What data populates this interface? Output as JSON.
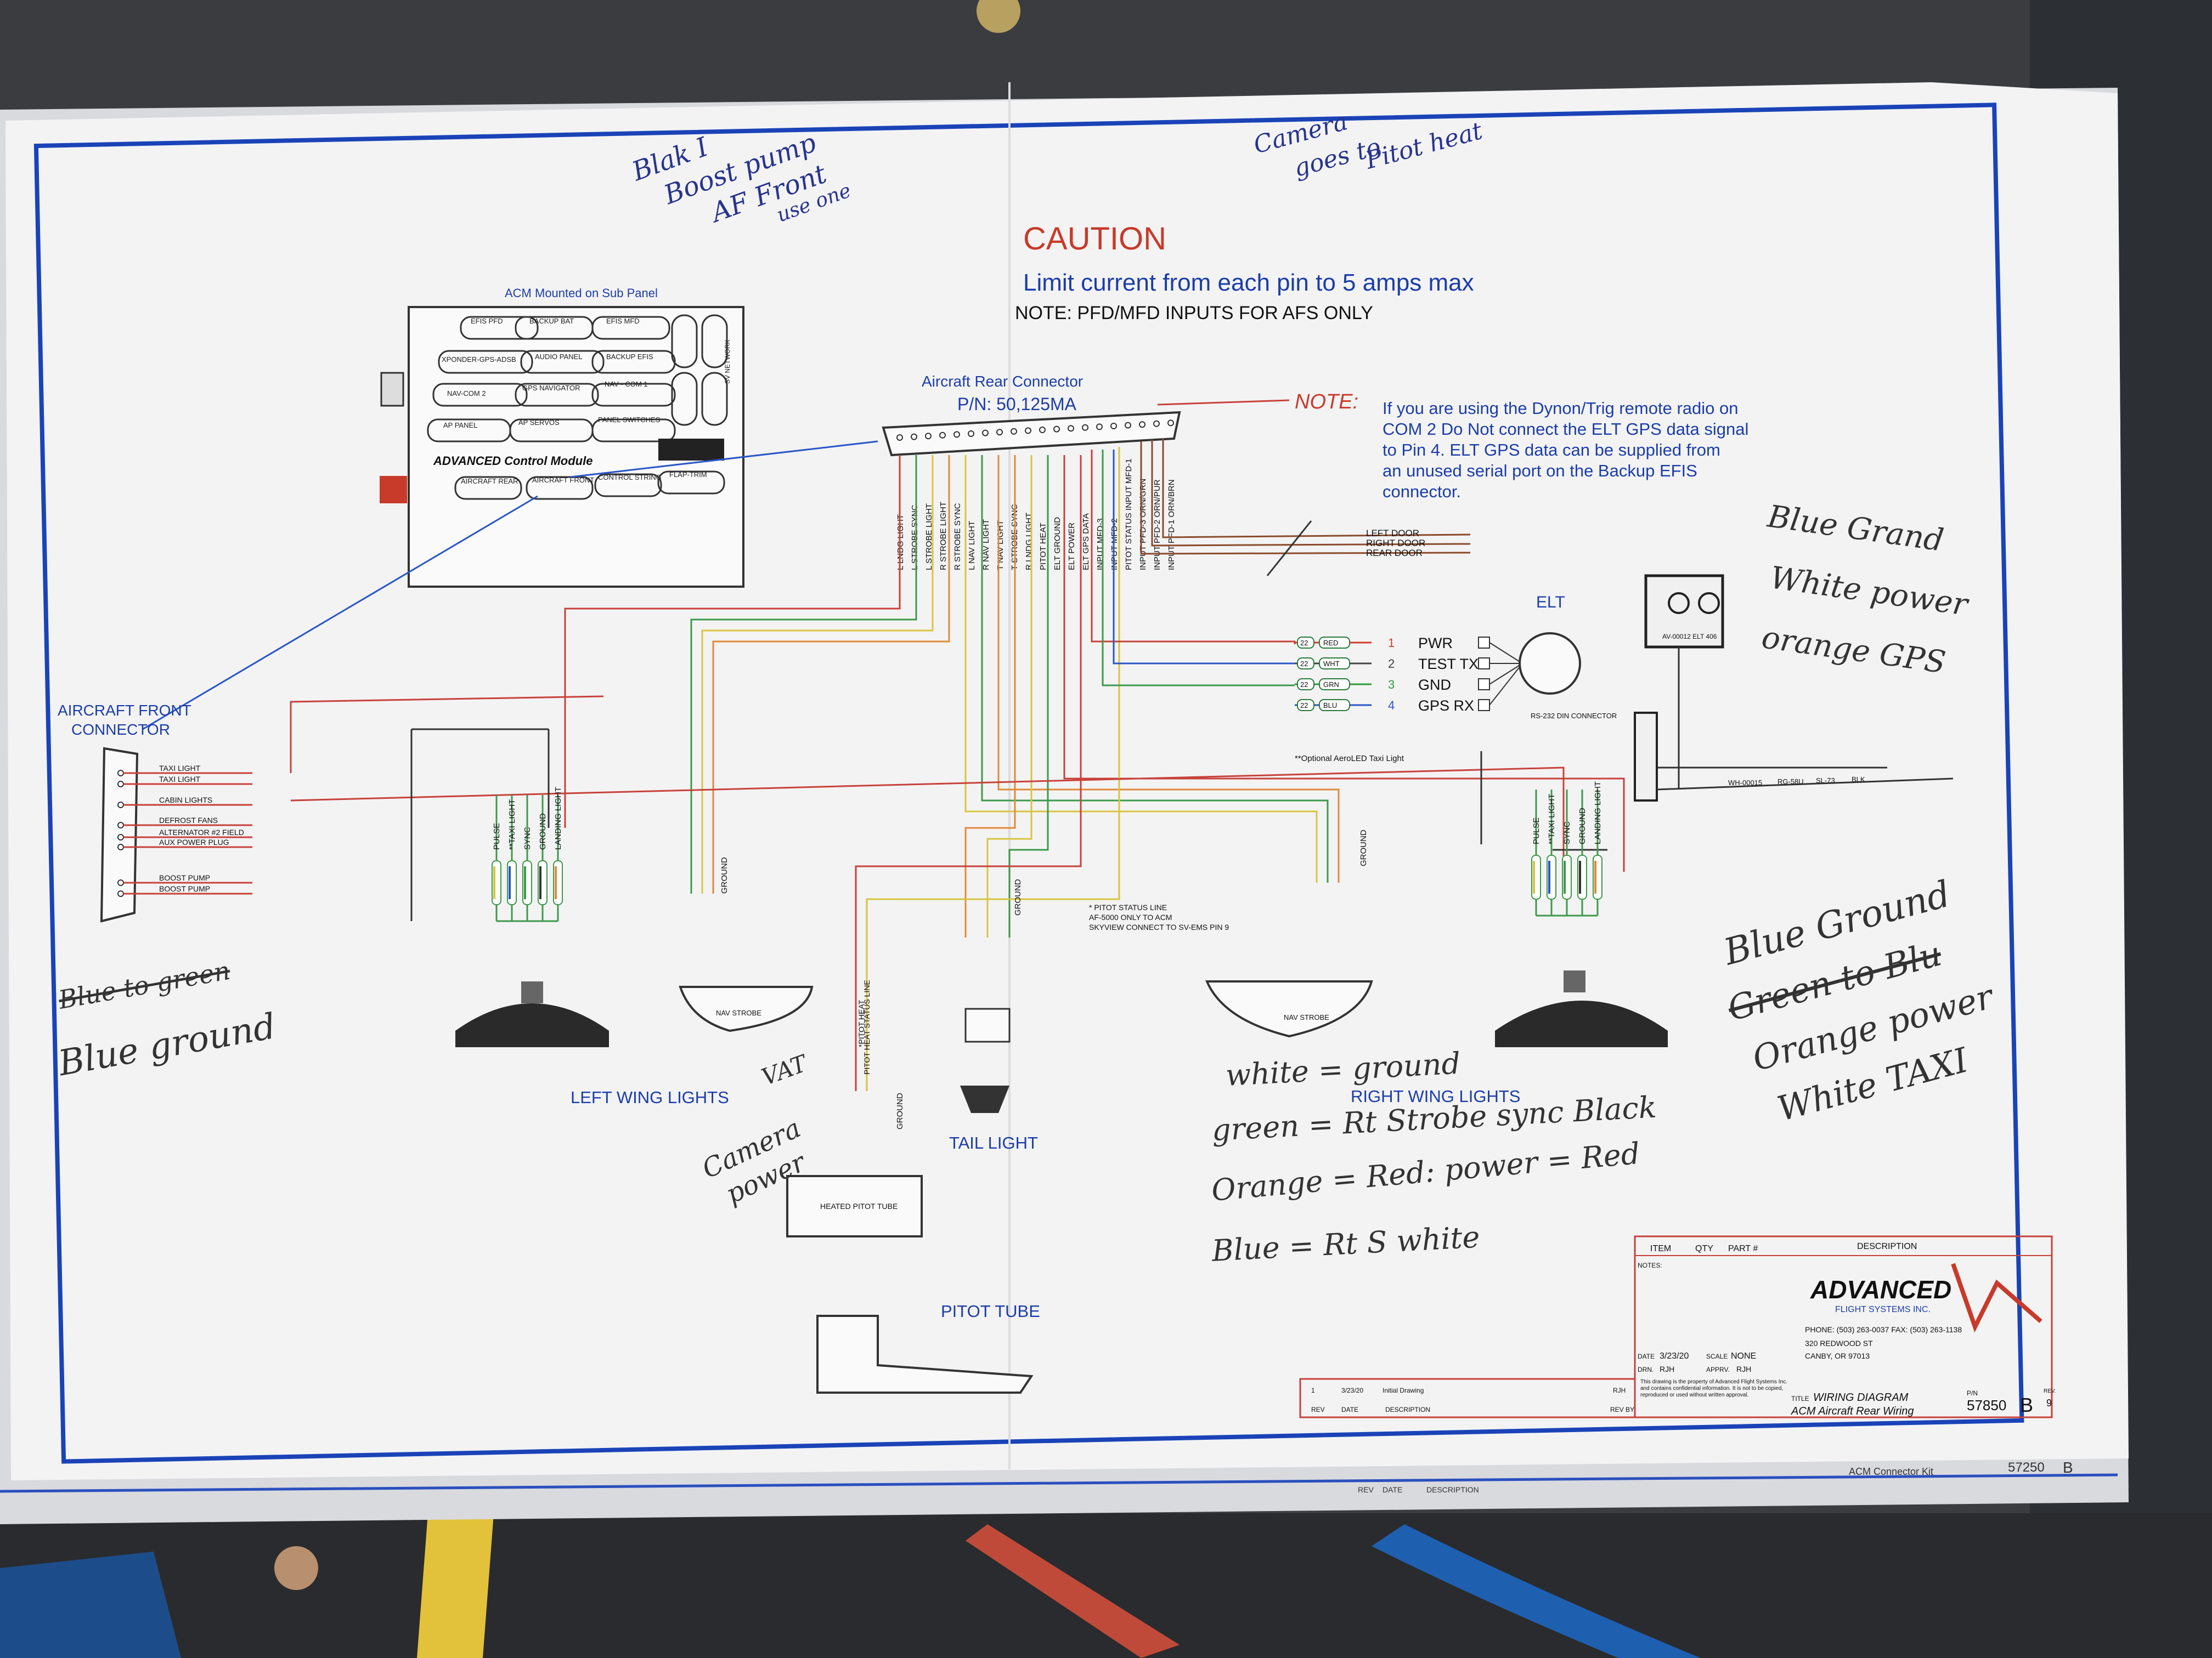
{
  "caution": {
    "title": "CAUTION",
    "limit": "Limit current from each pin to 5 amps max",
    "note_pfd": "NOTE: PFD/MFD INPUTS FOR AFS ONLY"
  },
  "acm": {
    "title": "ACM Mounted on Sub Panel",
    "slots": [
      "EFIS PFD",
      "BACKUP BAT",
      "EFIS MFD",
      "XPONDER-GPS-ADSB",
      "AUDIO PANEL",
      "BACKUP EFIS",
      "NAV-COM 2",
      "GPS NAVIGATOR",
      "NAV - COM 1",
      "AP PANEL",
      "AP SERVOS",
      "PANEL SWITCHES",
      "AIRCRAFT REAR",
      "AIRCRAFT FRONT",
      "CONTROL STRING",
      "FLAP-TRIM"
    ],
    "network_label": "SV NETWORK",
    "module_label": "ADVANCED Control Module"
  },
  "rear_connector": {
    "title": "Aircraft Rear Connector",
    "pn": "P/N: 50,125MA",
    "pins": [
      "L LNDG LIGHT",
      "L STROBE SYNC",
      "L STROBE LIGHT",
      "R STROBE LIGHT",
      "R STROBE SYNC",
      "L NAV LIGHT",
      "R NAV LIGHT",
      "T NAV LIGHT",
      "T STROBE SYNC",
      "R LNDG LIGHT",
      "PITOT HEAT",
      "ELT GROUND",
      "ELT POWER",
      "ELT GPS DATA",
      "INPUT MFD-3",
      "INPUT MFD-2",
      "PITOT STATUS INPUT MFD-1",
      "INPUT PFD-3 ORN/GRN",
      "INPUT PFD-2 ORN/PUR",
      "INPUT PFD-1 ORN/BRN"
    ]
  },
  "note": {
    "label": "NOTE:",
    "lines": [
      "If you are using the Dynon/Trig remote radio on",
      "COM 2 Do Not connect the ELT GPS data signal",
      "to Pin 4.   ELT GPS data can be supplied from",
      "an unused serial port on the Backup EFIS",
      "connector."
    ]
  },
  "doors": [
    "LEFT DOOR",
    "RIGHT DOOR",
    "REAR DOOR"
  ],
  "elt": {
    "title": "ELT",
    "wires": [
      {
        "gauge": "22",
        "color_label": "RED",
        "pin": "1",
        "signal": "PWR",
        "color": "#d33a2c"
      },
      {
        "gauge": "22",
        "color_label": "WHT",
        "pin": "2",
        "signal": "TEST TX",
        "color": "#444444"
      },
      {
        "gauge": "22",
        "color_label": "GRN",
        "pin": "3",
        "signal": "GND",
        "color": "#2e9a3a"
      },
      {
        "gauge": "22",
        "color_label": "BLU",
        "pin": "4",
        "signal": "GPS RX",
        "color": "#2a56c6"
      }
    ],
    "din_label": "RS-232 DIN CONNECTOR",
    "panel_model": "AV-00012 ELT 406",
    "cable_labels": [
      "WH-00015",
      "RG-58U",
      "SL-73",
      "BLK"
    ]
  },
  "front_connector": {
    "title_line1": "AIRCRAFT FRONT",
    "title_line2": "CONNECTOR",
    "pins": [
      "TAXI LIGHT",
      "TAXI LIGHT",
      "CABIN LIGHTS",
      "DEFROST FANS",
      "ALTERNATOR #2 FIELD",
      "AUX POWER PLUG",
      "BOOST PUMP",
      "BOOST PUMP"
    ]
  },
  "left_wing": {
    "title": "LEFT WING LIGHTS",
    "landing_wires": [
      "PULSE",
      "**TAXI LIGHT",
      "SYNC",
      "GROUND",
      "LANDING LIGHT"
    ],
    "strobe_ground": "GROUND",
    "nav_strobe": "NAV STROBE"
  },
  "tail": {
    "title": "TAIL LIGHT",
    "ground": "GROUND"
  },
  "pitot_status": {
    "line1": "* PITOT STATUS LINE",
    "line2": "AF-5000 ONLY TO ACM",
    "line3": "SKYVIEW CONNECT TO SV-EMS PIN 9"
  },
  "pitot": {
    "title": "PITOT TUBE",
    "heated_label": "HEATED PITOT TUBE",
    "status_wire": "PITOT HEAT STATUS LINE",
    "heat_wire": "*PITOT HEAT",
    "ground": "GROUND"
  },
  "right_wing": {
    "title": "RIGHT WING LIGHTS",
    "taxi_note": "**Optional AeroLED Taxi Light",
    "landing_wires": [
      "PULSE",
      "**TAXI LIGHT",
      "SYNC",
      "GROUND",
      "LANDING LIGHT"
    ],
    "strobe_ground": "GROUND",
    "nav_strobe": "NAV STROBE"
  },
  "title_block": {
    "headers": [
      "ITEM",
      "QTY",
      "PART #",
      "DESCRIPTION"
    ],
    "notes_label": "NOTES:",
    "company": "ADVANCED",
    "company_sub": "FLIGHT SYSTEMS INC.",
    "phone": "PHONE: (503) 263-0037  FAX: (503) 263-1138",
    "address1": "320 REDWOOD ST",
    "address2": "CANBY, OR 97013",
    "date_label": "DATE",
    "date": "3/23/20",
    "scale_label": "SCALE",
    "scale": "NONE",
    "drn_label": "DRN.",
    "drn": "RJH",
    "apprv_label": "APPRV.",
    "apprv": "RJH",
    "rev_row": [
      "1",
      "3/23/20",
      "Initial Drawing",
      "RJH"
    ],
    "rev_headers": [
      "REV",
      "DATE",
      "DESCRIPTION",
      "REV BY"
    ],
    "legal": "This drawing is the property of Advanced Flight Systems Inc. and contains confidential information. It is not to be copied, reproduced or used without written approval.",
    "title_label": "TITLE",
    "title_line1": "WIRING DIAGRAM",
    "title_line2": "ACM Aircraft Rear Wiring",
    "pn_label": "P/N",
    "pn": "57850",
    "rev_label": "B",
    "sheet_label": "REV.",
    "sheet": "9"
  },
  "under_sheet": {
    "rev_headers": [
      "REV",
      "DATE",
      "DESCRIPTION"
    ],
    "title": "ACM Connector Kit",
    "pn": "57250",
    "rev": "B"
  },
  "handwriting": {
    "top_left": [
      "Blak I",
      "Boost pump",
      "AF Front",
      "use one"
    ],
    "top_right": [
      "Camera",
      "goes to",
      "Pitot heat"
    ],
    "right_elt": [
      "Blue Grand",
      "White power",
      "orange GPS"
    ],
    "left_wing_struck": "Blue to green",
    "left_wing": "Blue ground",
    "vat": "VAT",
    "camera_power": [
      "Camera",
      "power"
    ],
    "mid": [
      "white = ground",
      "green = Rt Strobe sync Black",
      "Orange = Red: power = Red",
      "Blue = Rt S      white"
    ],
    "right_wing": [
      "Blue Ground",
      "Green to Blu",
      "Orange power",
      "White  TAXI"
    ]
  },
  "colors": {
    "red": "#c8413a",
    "green": "#3c9a4a",
    "yellow": "#d8c440",
    "orange": "#e08a3a",
    "blue_text": "#1b3da8",
    "caution_red": "#c83a2a",
    "border_blue": "#1a43b8"
  }
}
